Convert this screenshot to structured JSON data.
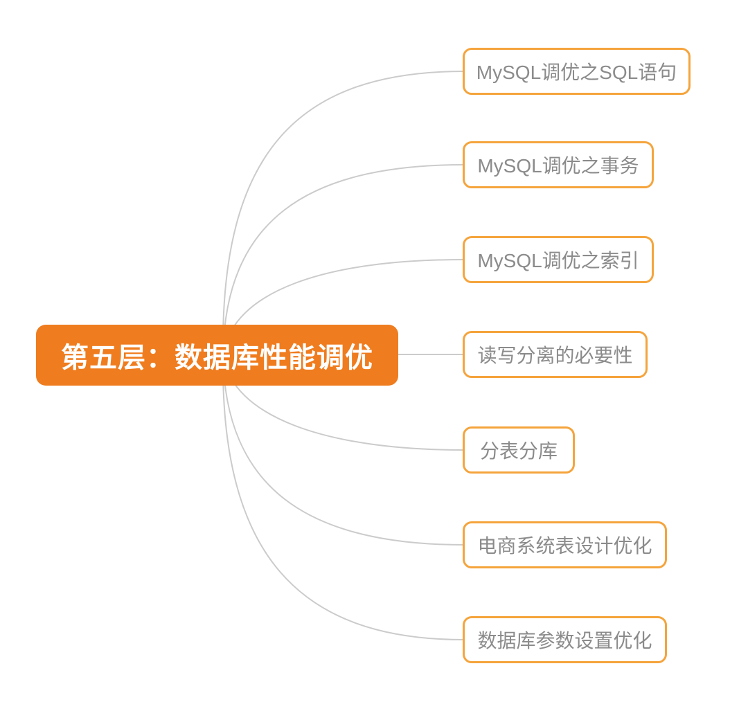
{
  "diagram": {
    "type": "mindmap",
    "root": {
      "label": "第五层：数据库性能调优"
    },
    "children": [
      {
        "label": "MySQL调优之SQL语句"
      },
      {
        "label": "MySQL调优之事务"
      },
      {
        "label": "MySQL调优之索引"
      },
      {
        "label": "读写分离的必要性"
      },
      {
        "label": "分表分库"
      },
      {
        "label": "电商系统表设计优化"
      },
      {
        "label": "数据库参数设置优化"
      }
    ],
    "colors": {
      "root_fill": "#EF7C1E",
      "root_text": "#FFFFFF",
      "child_border": "#F5A43C",
      "child_fill": "#FFFFFF",
      "child_text": "#8B8B8B",
      "connector": "#CBCBCB",
      "background": "#FFFFFF"
    }
  }
}
